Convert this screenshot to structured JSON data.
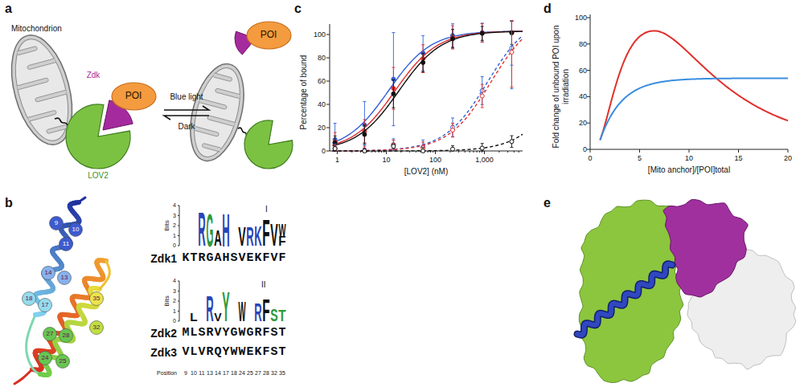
{
  "diagram": {
    "nodes": [
      {
        "text": [
          "POI"
        ]
      },
      {
        "text": [
          "POI"
        ]
      }
    ],
    "labels": [
      "a",
      "Mitochondrion",
      "Zdk",
      "LOV2",
      "Blue light",
      "Dark",
      "b",
      "9",
      "10",
      "11",
      "14",
      "13",
      "18",
      "17",
      "35",
      "32",
      "27",
      "28",
      "24",
      "25",
      "I",
      "Bits",
      "4",
      "3",
      "2",
      "1",
      "0",
      "R",
      "G",
      "A",
      "H",
      "V",
      "R",
      "K",
      "F",
      "V",
      "W",
      "F",
      "Zdk1",
      "KTRGAHSVEKFVF",
      "II",
      "Bits",
      "4",
      "3",
      "2",
      "1",
      "0",
      "L",
      "R",
      "V",
      "Y",
      "W",
      "R",
      "F",
      "S",
      "T",
      "Zdk2",
      "MLSRVYGWGRFST",
      "Zdk3",
      "VLVRQYWWEKFST",
      "Position",
      "9",
      "10",
      "11",
      "13",
      "14",
      "17",
      "18",
      "24",
      "25",
      "27",
      "28",
      "32",
      "35",
      "c",
      "Percentage of bound",
      "0",
      "20",
      "40",
      "60",
      "80",
      "100",
      "1",
      "10",
      "100",
      "1,000",
      "[LOV2] (nM)",
      "d",
      "Fold change of unbound POI upon irradiation",
      "0",
      "20",
      "40",
      "60",
      "80",
      "100",
      "0",
      "5",
      "10",
      "15",
      "20",
      "[Mito anchor]/[POI]total",
      "e"
    ]
  }
}
